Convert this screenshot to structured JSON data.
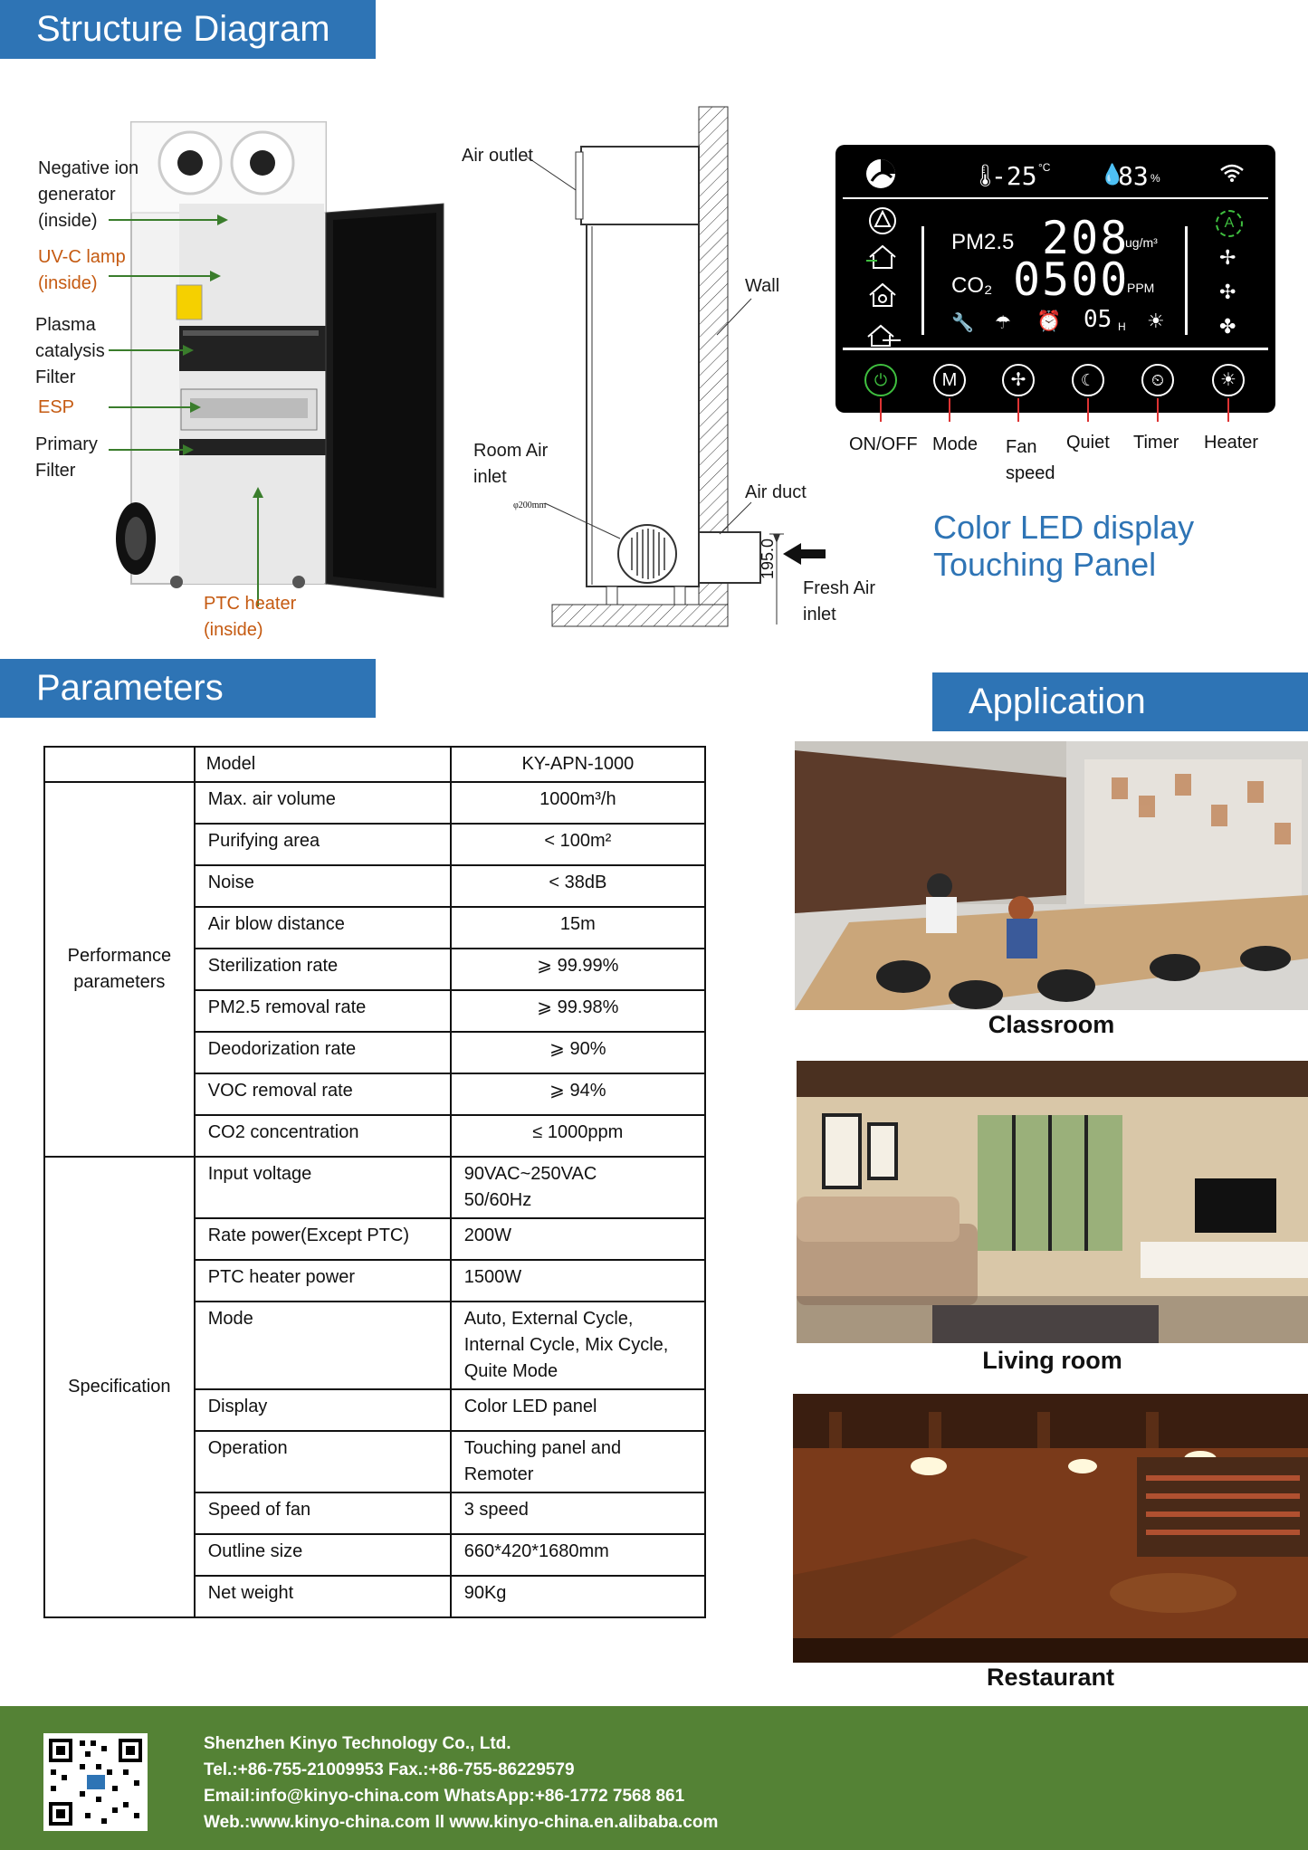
{
  "structure": {
    "banner": "Structure Diagram",
    "unit_labels": [
      {
        "text": "Negative ion\ngenerator\n(inside)",
        "orange": false
      },
      {
        "text": "UV-C lamp\n(inside)",
        "orange": true
      },
      {
        "text": "Plasma\ncatalysis\nFilter",
        "orange": false
      },
      {
        "text": "ESP",
        "orange": true
      },
      {
        "text": "Primary\nFilter",
        "orange": false
      },
      {
        "text": "PTC heater\n(inside)",
        "orange": true
      }
    ],
    "install": {
      "air_outlet": "Air outlet",
      "wall": "Wall",
      "room_air_inlet": "Room Air\ninlet",
      "air_duct": "Air duct",
      "fresh_air_inlet": "Fresh Air\ninlet",
      "dim_diameter": "φ200mm",
      "dim_height": "195.0"
    },
    "panel": {
      "temperature": "-25",
      "temp_unit": "°C",
      "humidity": "83",
      "humidity_unit": "%",
      "pm_label": "PM2.5",
      "pm_value": "208",
      "pm_unit": "ug/m³",
      "co2_label": "CO₂",
      "co2_value": "0500",
      "co2_unit": "PPM",
      "timer_value": "05",
      "timer_unit": "H",
      "auto_badge": "A",
      "buttons": [
        "ON/OFF",
        "Mode",
        "Fan\nspeed",
        "Quiet",
        "Timer",
        "Heater"
      ]
    },
    "panel_title": "Color LED display\nTouching Panel"
  },
  "parameters": {
    "banner": "Parameters",
    "model_label": "Model",
    "model_value": "KY-APN-1000",
    "performance_title": "Performance\nparameters",
    "performance": [
      {
        "name": "Max. air volume",
        "value": "1000m³/h"
      },
      {
        "name": "Purifying area",
        "value": "< 100m²"
      },
      {
        "name": "Noise",
        "value": "< 38dB"
      },
      {
        "name": "Air blow distance",
        "value": "15m"
      },
      {
        "name": "Sterilization rate",
        "value": "⩾ 99.99%"
      },
      {
        "name": "PM2.5 removal rate",
        "value": "⩾ 99.98%"
      },
      {
        "name": "Deodorization rate",
        "value": "⩾ 90%"
      },
      {
        "name": "VOC removal rate",
        "value": "⩾ 94%"
      },
      {
        "name": "CO2  concentration",
        "value": "≤ 1000ppm"
      }
    ],
    "specification_title": "Specification",
    "specification": [
      {
        "name": "Input voltage",
        "value": "90VAC~250VAC\n50/60Hz"
      },
      {
        "name": "Rate power(Except PTC)",
        "value": "200W"
      },
      {
        "name": "PTC heater power",
        "value": "1500W"
      },
      {
        "name": "Mode",
        "value": "Auto, External Cycle,\nInternal Cycle, Mix Cycle,\nQuite Mode"
      },
      {
        "name": "Display",
        "value": "Color LED panel"
      },
      {
        "name": "Operation",
        "value": "Touching panel and\nRemoter"
      },
      {
        "name": "Speed of fan",
        "value": "3 speed"
      },
      {
        "name": "Outline size",
        "value": "660*420*1680mm"
      },
      {
        "name": "Net weight",
        "value": "90Kg"
      }
    ]
  },
  "application": {
    "banner": "Application",
    "items": [
      "Classroom",
      "Living room",
      "Restaurant"
    ]
  },
  "footer": {
    "company": "Shenzhen Kinyo Technology Co., Ltd.",
    "tel": "Tel.:+86-755-21009953 Fax.:+86-755-86229579",
    "email": "Email:info@kinyo-china.com   WhatsApp:+86-1772 7568 861",
    "web": "Web.:www.kinyo-china.com  ll  www.kinyo-china.en.alibaba.com"
  },
  "colors": {
    "banner_blue": "#2e74b5",
    "footer_green": "#548235",
    "label_orange": "#c55a11",
    "panel_title_blue": "#2e74b5",
    "panel_green": "#3fbf3f"
  }
}
